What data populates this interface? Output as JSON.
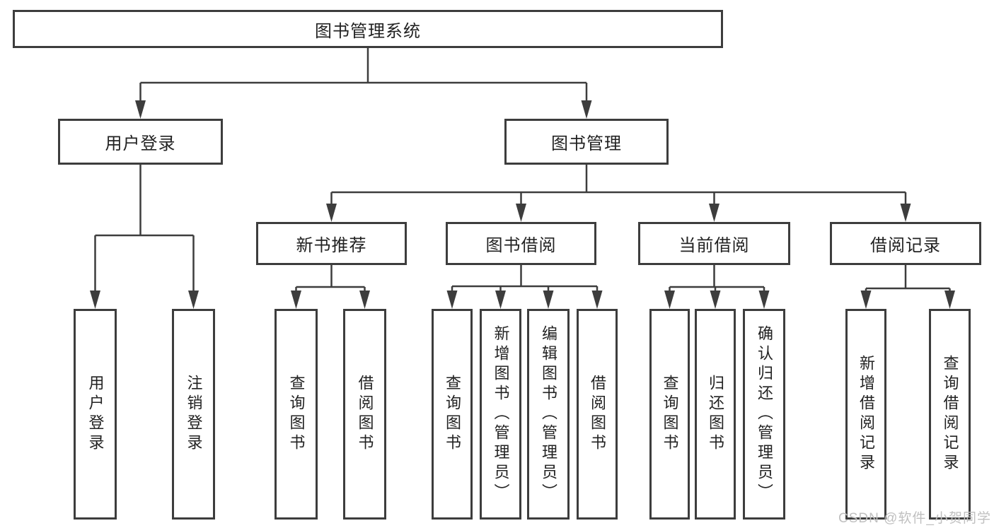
{
  "diagram": {
    "root": {
      "label": "图书管理系统"
    },
    "branches": [
      {
        "label": "用户登录",
        "children": [
          {
            "label": "用户登录"
          },
          {
            "label": "注销登录"
          }
        ]
      },
      {
        "label": "图书管理",
        "children": [
          {
            "label": "新书推荐",
            "children": [
              {
                "label": "查询图书"
              },
              {
                "label": "借阅图书"
              }
            ]
          },
          {
            "label": "图书借阅",
            "children": [
              {
                "label": "查询图书"
              },
              {
                "label": "新增图书（管理员）"
              },
              {
                "label": "编辑图书（管理员）"
              },
              {
                "label": "借阅图书"
              }
            ]
          },
          {
            "label": "当前借阅",
            "children": [
              {
                "label": "查询图书"
              },
              {
                "label": "归还图书"
              },
              {
                "label": "确认归还（管理员）"
              }
            ]
          },
          {
            "label": "借阅记录",
            "children": [
              {
                "label": "新增借阅记录"
              },
              {
                "label": "查询借阅记录"
              }
            ]
          }
        ]
      }
    ]
  },
  "watermark": {
    "text": "CSDN @软件_小贺同学"
  },
  "colors": {
    "line": "#3d3d3d",
    "box_border": "#3d3d3d",
    "text": "#222222",
    "background": "#ffffff",
    "watermark": "#c0c0c0"
  }
}
